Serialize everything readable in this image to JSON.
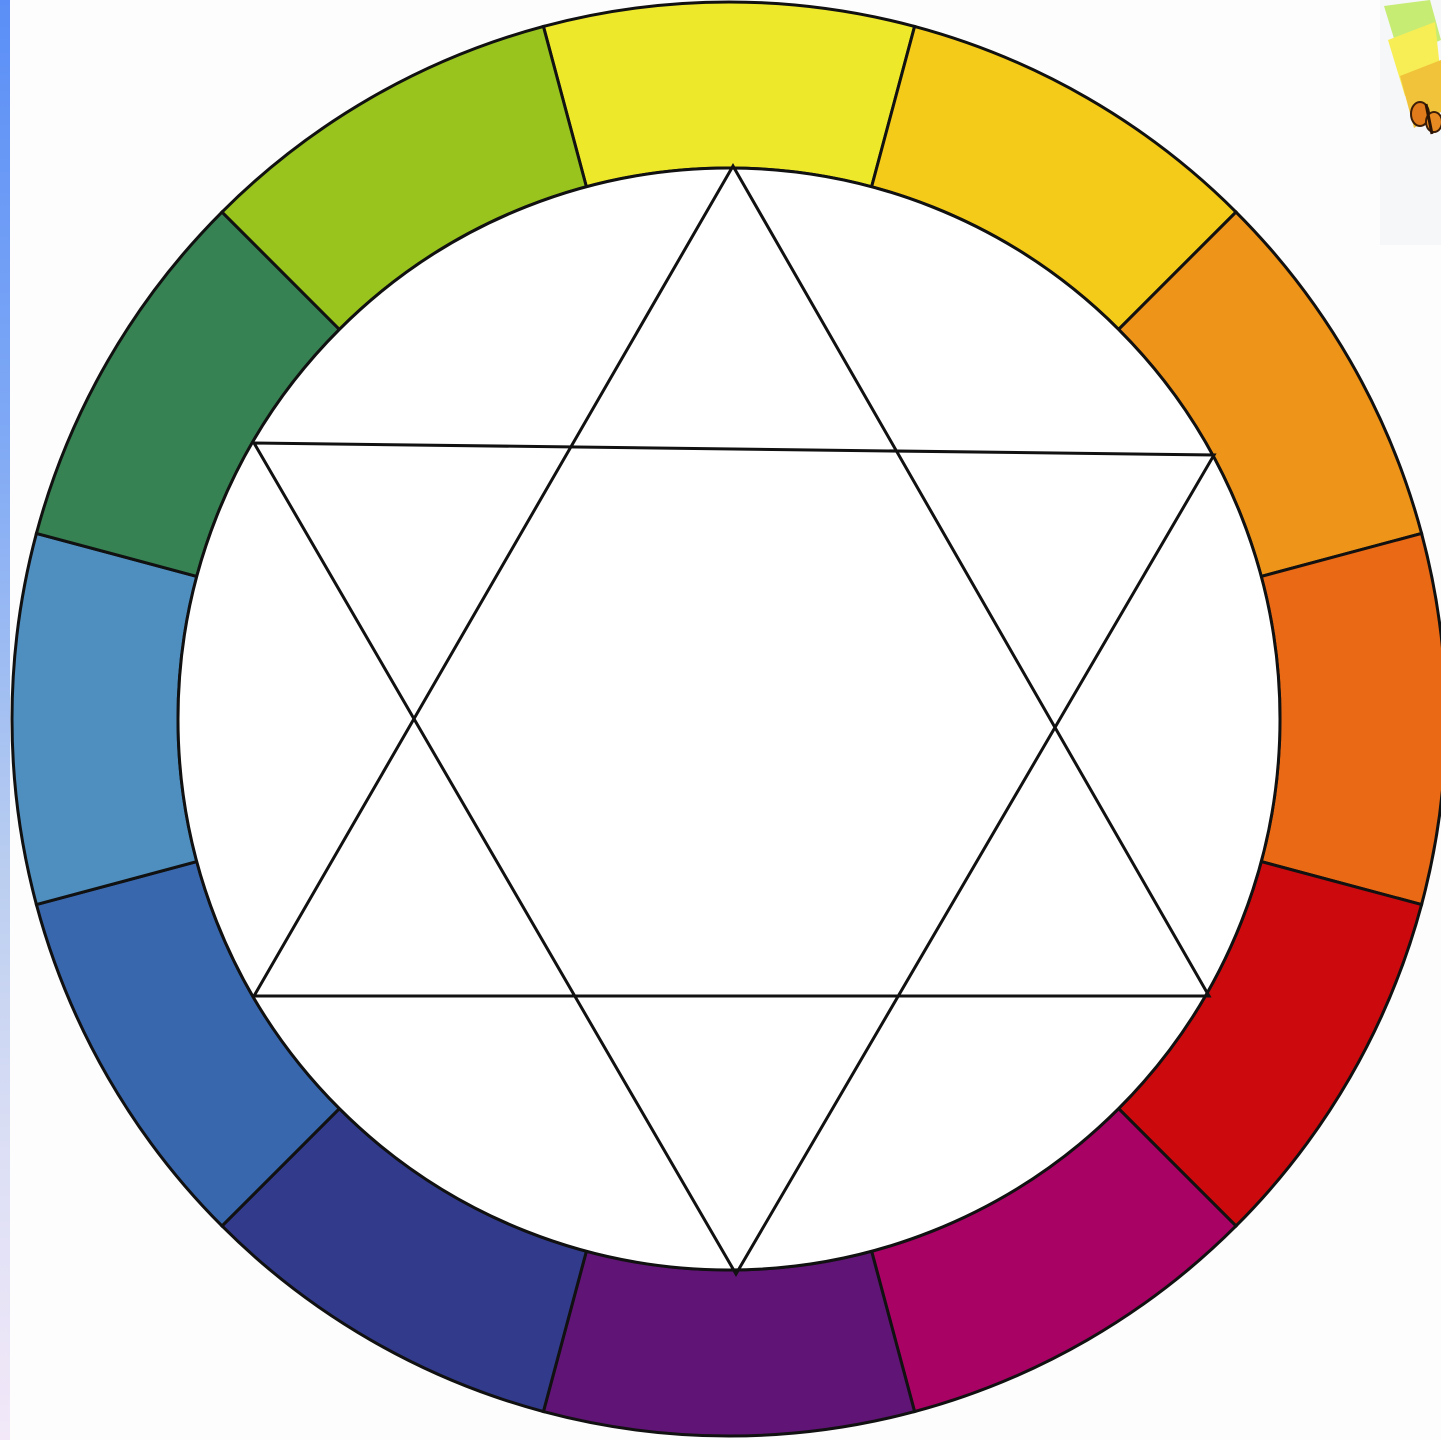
{
  "diagram": {
    "segments": [
      {
        "name": "yellow",
        "color": "#EDE82A"
      },
      {
        "name": "yellow-orange",
        "color": "#F4CB19"
      },
      {
        "name": "orange",
        "color": "#EE9419"
      },
      {
        "name": "red-orange",
        "color": "#E96914"
      },
      {
        "name": "red",
        "color": "#CC0A0D"
      },
      {
        "name": "red-violet",
        "color": "#A80264"
      },
      {
        "name": "violet",
        "color": "#601475"
      },
      {
        "name": "blue-violet",
        "color": "#323A8C"
      },
      {
        "name": "blue",
        "color": "#3967AE"
      },
      {
        "name": "blue-green",
        "color": "#4F8FC0"
      },
      {
        "name": "green",
        "color": "#378253"
      },
      {
        "name": "yellow-green",
        "color": "#99C41E"
      }
    ],
    "inner_fill": "#ffffff",
    "stroke_color": "#111111",
    "figure": "hexagram"
  },
  "decor": {
    "left_strip": "gradient-blue",
    "corner_graphic": "butterfly-sticky-notes"
  }
}
